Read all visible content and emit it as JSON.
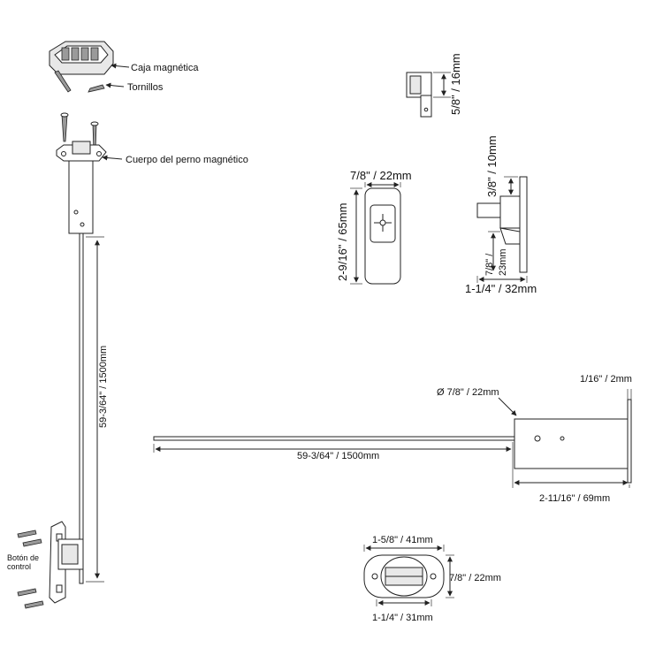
{
  "labels": {
    "magnetic_box": "Caja magnética",
    "screws": "Tornillos",
    "bolt_body": "Cuerpo del perno magnético",
    "control_button_1": "Botón de",
    "control_button_2": "control"
  },
  "dimensions": {
    "rod_length_vertical": "59-3/64\" / 1500mm",
    "rod_length_horizontal": "59-3/64\" / 1500mm",
    "top_small_height": "5/8\" / 16mm",
    "plate_width": "7/8\" / 22mm",
    "plate_height": "2-9/16\" / 65mm",
    "side_top": "3/8\" / 10mm",
    "side_bottom_1": "7/8\" /",
    "side_bottom_2": "23mm",
    "side_depth": "1-1/4\" / 32mm",
    "tube_diameter": "Ø 7/8\" / 22mm",
    "flange_thickness": "1/16\" / 2mm",
    "tube_length": "2-11/16\" / 69mm",
    "strike_width": "1-5/8\" / 41mm",
    "strike_height": "7/8\" / 22mm",
    "strike_inner": "1-1/4\" / 31mm"
  }
}
